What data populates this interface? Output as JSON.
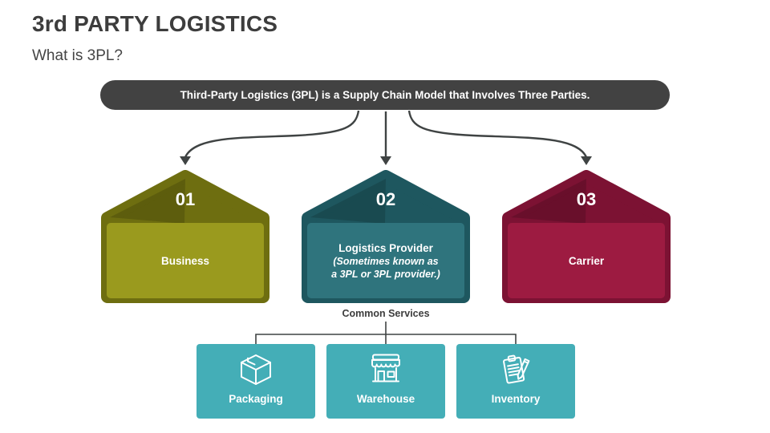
{
  "slide": {
    "title": "3rd PARTY LOGISTICS",
    "subtitle": "What is 3PL?",
    "banner_text": "Third-Party Logistics (3PL) is a Supply Chain Model that Involves Three Parties.",
    "common_services_label": "Common Services"
  },
  "parties": [
    {
      "number": "01",
      "title": "Business",
      "subtitle_line1": "",
      "subtitle_line2": "",
      "colors": {
        "outer": "#6e6e10",
        "inner": "#9a9a1e"
      }
    },
    {
      "number": "02",
      "title": "Logistics Provider",
      "subtitle_line1": "(Sometimes known as",
      "subtitle_line2": "a 3PL or 3PL provider.)",
      "colors": {
        "outer": "#1e575f",
        "inner": "#2f747d"
      }
    },
    {
      "number": "03",
      "title": "Carrier",
      "subtitle_line1": "",
      "subtitle_line2": "",
      "colors": {
        "outer": "#7c1233",
        "inner": "#9d1b41"
      }
    }
  ],
  "services": [
    {
      "label": "Packaging",
      "icon": "package-box-icon"
    },
    {
      "label": "Warehouse",
      "icon": "storefront-icon"
    },
    {
      "label": "Inventory",
      "icon": "clipboard-pencil-icon"
    }
  ],
  "colors": {
    "banner": "#424242",
    "connector": "#3f4343",
    "service_box": "#44aeb7",
    "heading_text": "#3d3d3d",
    "white": "#ffffff"
  }
}
